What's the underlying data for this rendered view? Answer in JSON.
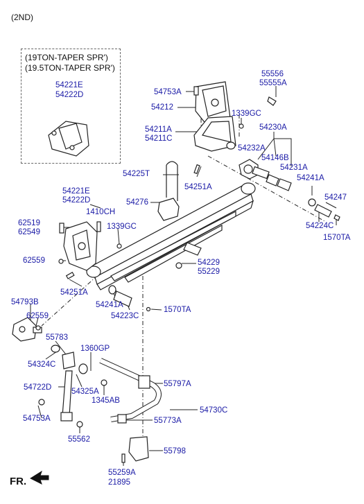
{
  "header": {
    "variant": "(2ND)"
  },
  "variant_box": {
    "line1": "(19TON-TAPER SPR')",
    "line2": "(19.5TON-TAPER SPR')"
  },
  "footer": {
    "direction_label": "FR."
  },
  "parts": {
    "p54221E_a": "54221E",
    "p54222D_a": "54222D",
    "p55556": "55556",
    "p55555A": "55555A",
    "p54753A_top": "54753A",
    "p54212": "54212",
    "p1339GC_top": "1339GC",
    "p54211A": "54211A",
    "p54211C": "54211C",
    "p54230A": "54230A",
    "p54232A": "54232A",
    "p54146B": "54146B",
    "p54231A": "54231A",
    "p54225T": "54225T",
    "p54251A_top": "54251A",
    "p54241A_right": "54241A",
    "p54221E_b": "54221E",
    "p54222D_b": "54222D",
    "p54276": "54276",
    "p54247": "54247",
    "p1410CH": "1410CH",
    "p62519": "62519",
    "p62549": "62549",
    "p1339GC_mid": "1339GC",
    "p54224C": "54224C",
    "p1570TA_right": "1570TA",
    "p62559_a": "62559",
    "p54229": "54229",
    "p55229": "55229",
    "p54251A_left": "54251A",
    "p54241A_left": "54241A",
    "p54223C": "54223C",
    "p1570TA_mid": "1570TA",
    "p54793B": "54793B",
    "p62559_b": "62559",
    "p55783": "55783",
    "p1360GP": "1360GP",
    "p54324C": "54324C",
    "p54722D": "54722D",
    "p54325A": "54325A",
    "p55797A": "55797A",
    "p1345AB": "1345AB",
    "p54730C": "54730C",
    "p54753A_bottom": "54753A",
    "p55773A": "55773A",
    "p55562": "55562",
    "p55798": "55798",
    "p55259A": "55259A",
    "p21895": "21895"
  }
}
